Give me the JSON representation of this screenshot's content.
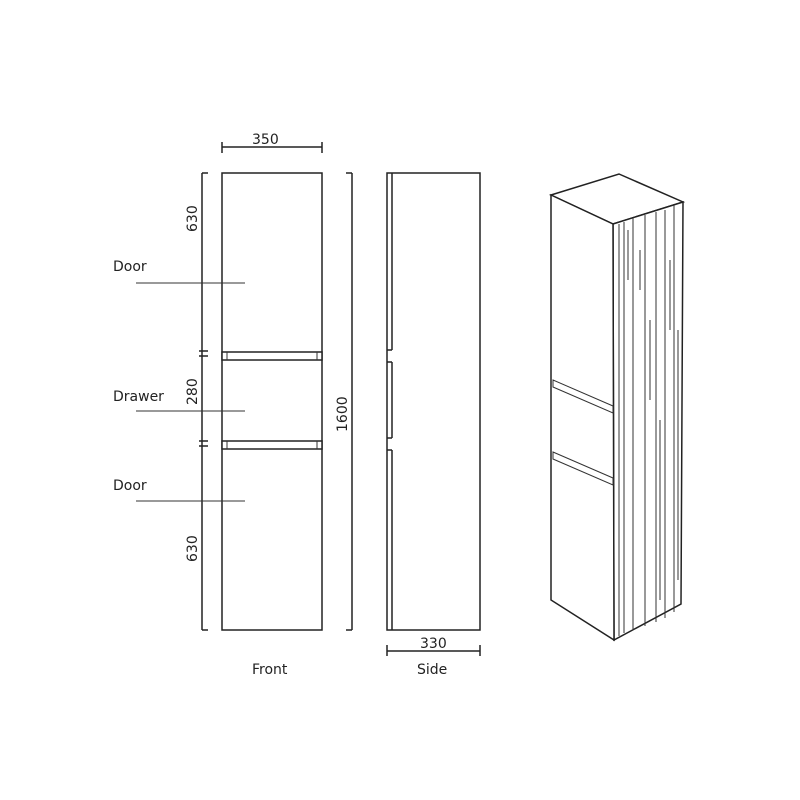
{
  "dimensions": {
    "width": "350",
    "height_total": "1600",
    "door_top_height": "630",
    "drawer_height": "280",
    "door_bottom_height": "630",
    "depth": "330"
  },
  "labels": {
    "door_top": "Door",
    "drawer": "Drawer",
    "door_bottom": "Door"
  },
  "views": {
    "front": "Front",
    "side": "Side"
  }
}
